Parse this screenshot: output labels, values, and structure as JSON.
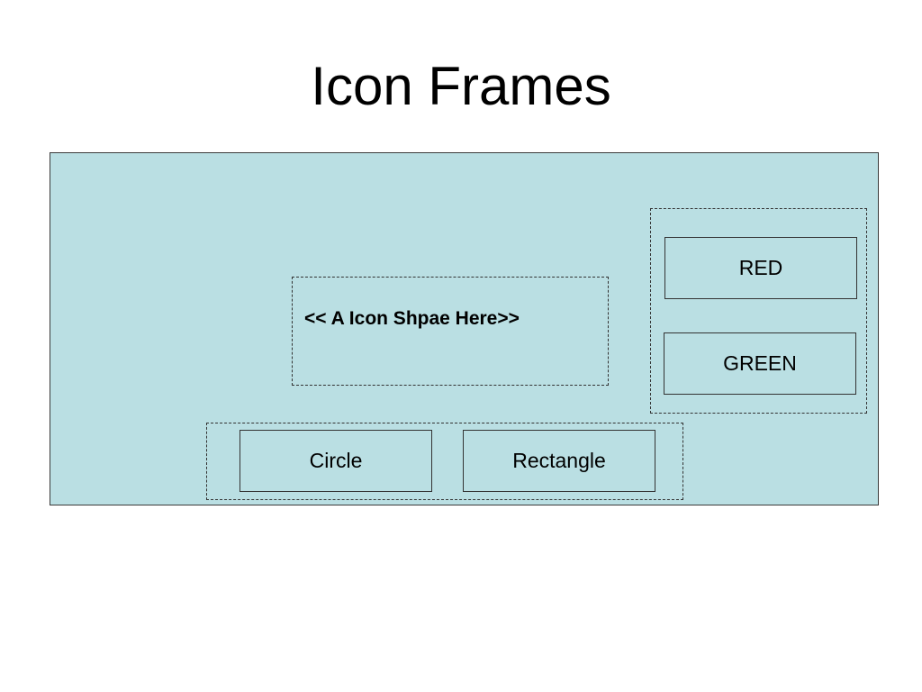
{
  "title": "Icon Frames",
  "frame": {
    "background_color": "#badfe3",
    "icon_area": {
      "placeholder": "<< A Icon Shpae Here>>"
    },
    "color_buttons": {
      "red_label": "RED",
      "green_label": "GREEN"
    },
    "shape_buttons": {
      "circle_label": "Circle",
      "rectangle_label": "Rectangle"
    }
  }
}
